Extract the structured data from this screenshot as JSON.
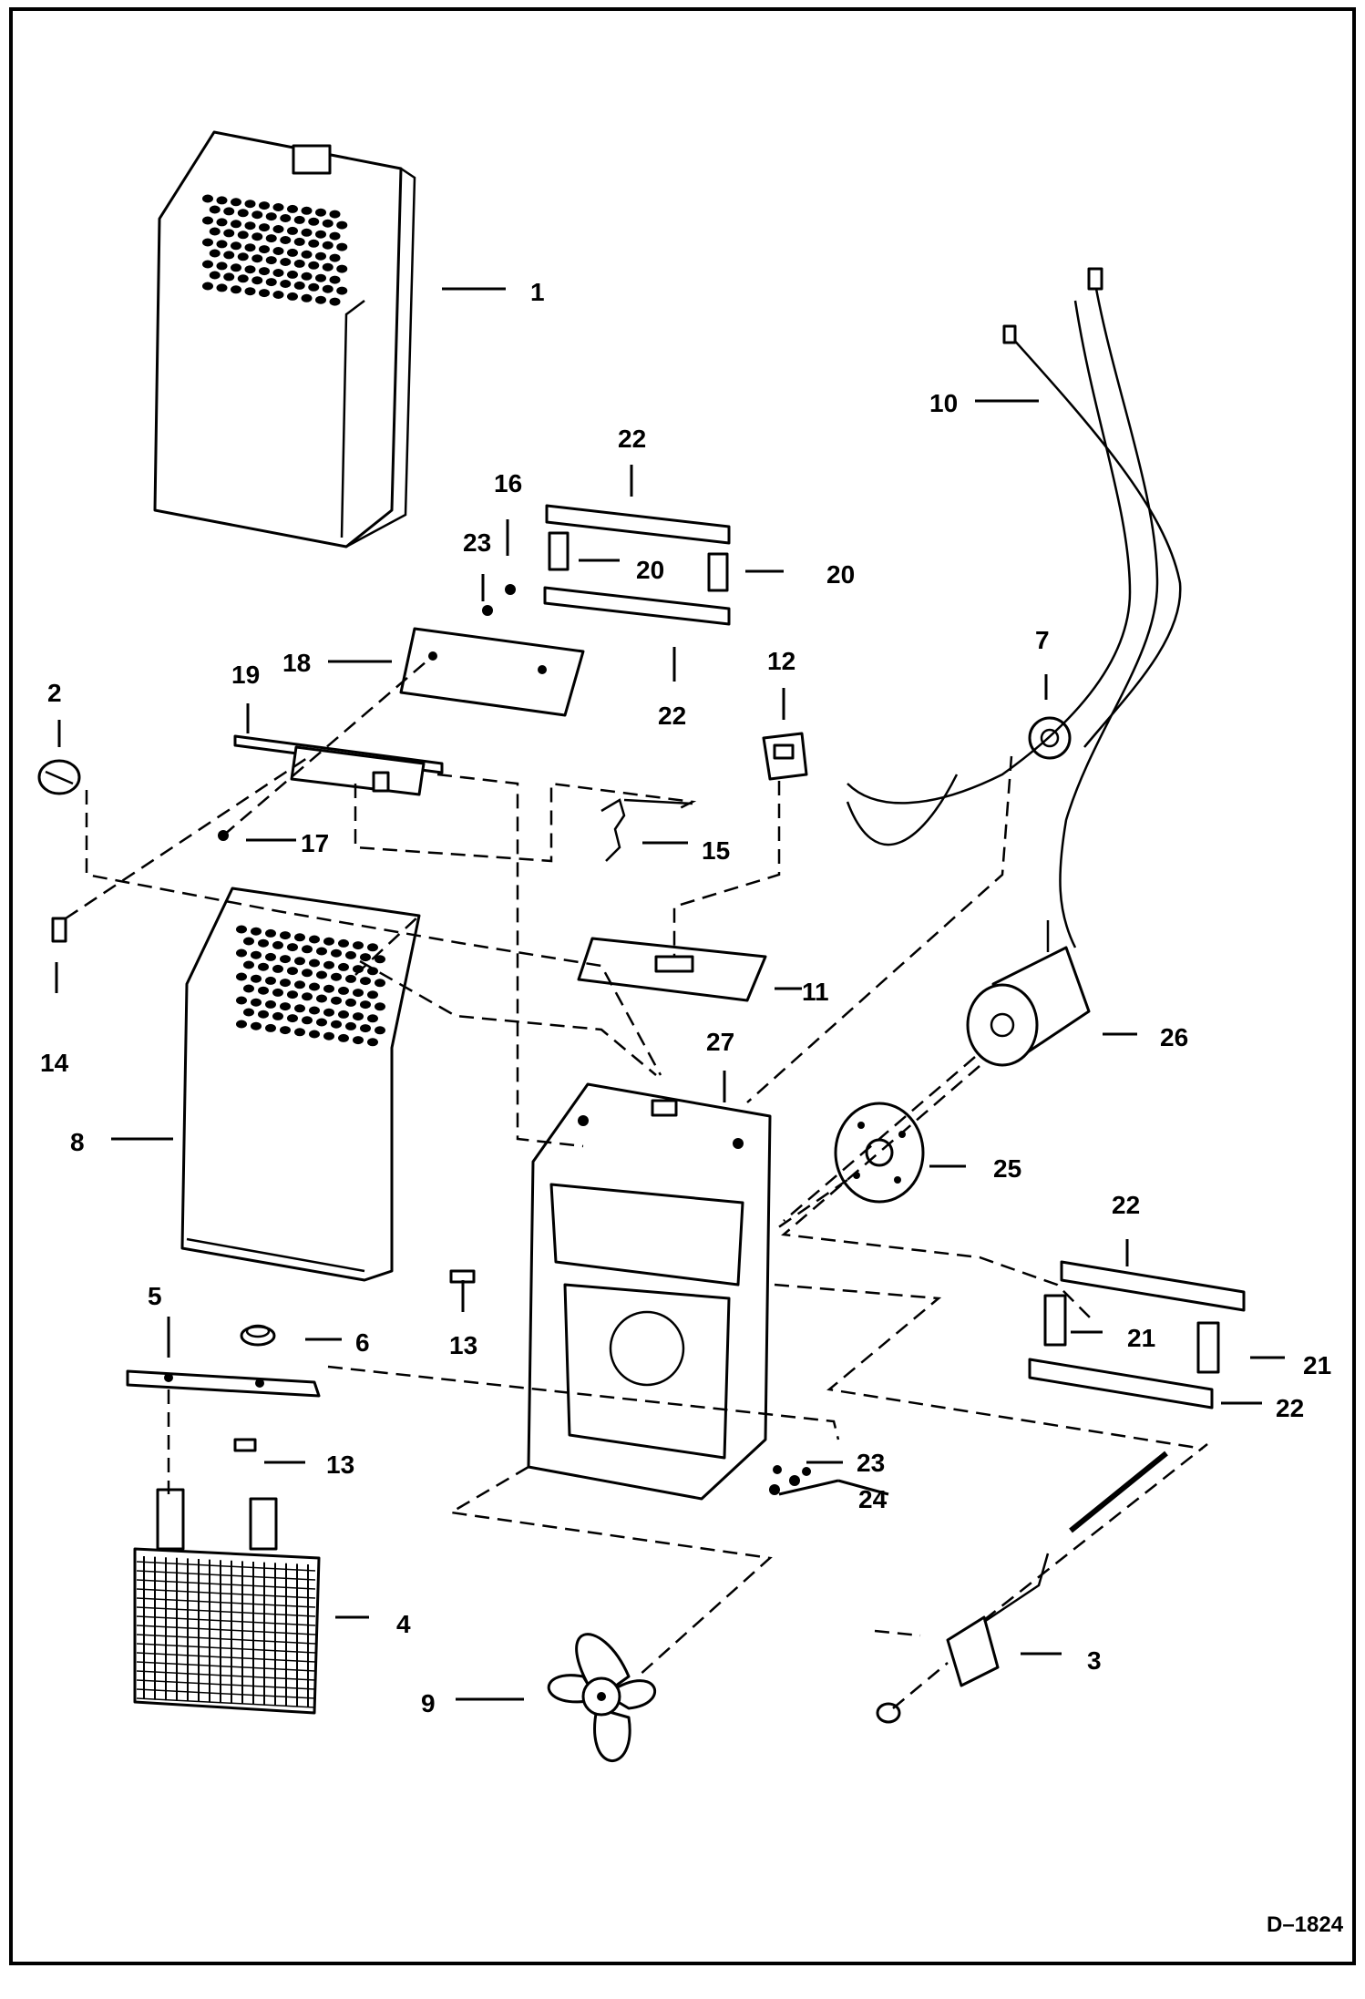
{
  "drawing_code": "D–1824",
  "callouts": {
    "c1": "1",
    "c2": "2",
    "c3": "3",
    "c4": "4",
    "c5": "5",
    "c6": "6",
    "c7": "7",
    "c8": "8",
    "c9": "9",
    "c10": "10",
    "c11": "11",
    "c12": "12",
    "c13": "13",
    "c14": "14",
    "c15": "15",
    "c16": "16",
    "c17": "17",
    "c18": "18",
    "c19": "19",
    "c20": "20",
    "c21": "21",
    "c22": "22",
    "c23": "23",
    "c24": "24",
    "c25": "25",
    "c26": "26",
    "c27": "27"
  }
}
